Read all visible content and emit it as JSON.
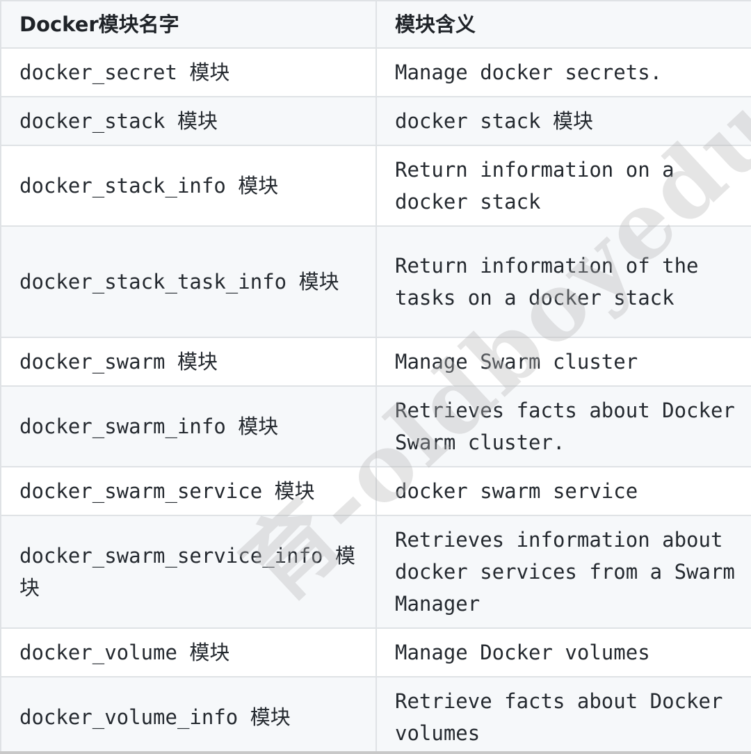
{
  "table": {
    "headers": [
      "Docker模块名字",
      "模块含义"
    ],
    "rows": [
      {
        "name": "docker_secret 模块",
        "desc": "Manage docker secrets."
      },
      {
        "name": "docker_stack 模块",
        "desc": "docker stack 模块"
      },
      {
        "name": "docker_stack_info 模块",
        "desc": "Return information on a docker stack"
      },
      {
        "name": "docker_stack_task_info 模块",
        "desc": "Return information of the tasks on a docker stack"
      },
      {
        "name": "docker_swarm 模块",
        "desc": "Manage Swarm cluster"
      },
      {
        "name": "docker_swarm_info 模块",
        "desc": "Retrieves facts about Docker Swarm cluster."
      },
      {
        "name": "docker_swarm_service 模块",
        "desc": "docker swarm service"
      },
      {
        "name": "docker_swarm_service_info 模块",
        "desc": "Retrieves information about docker services from a Swarm Manager"
      },
      {
        "name": "docker_volume 模块",
        "desc": "Manage Docker volumes"
      },
      {
        "name": "docker_volume_info 模块",
        "desc": "Retrieve facts about Docker volumes"
      }
    ]
  },
  "watermark": {
    "text": "育-oldboyedu.com"
  }
}
